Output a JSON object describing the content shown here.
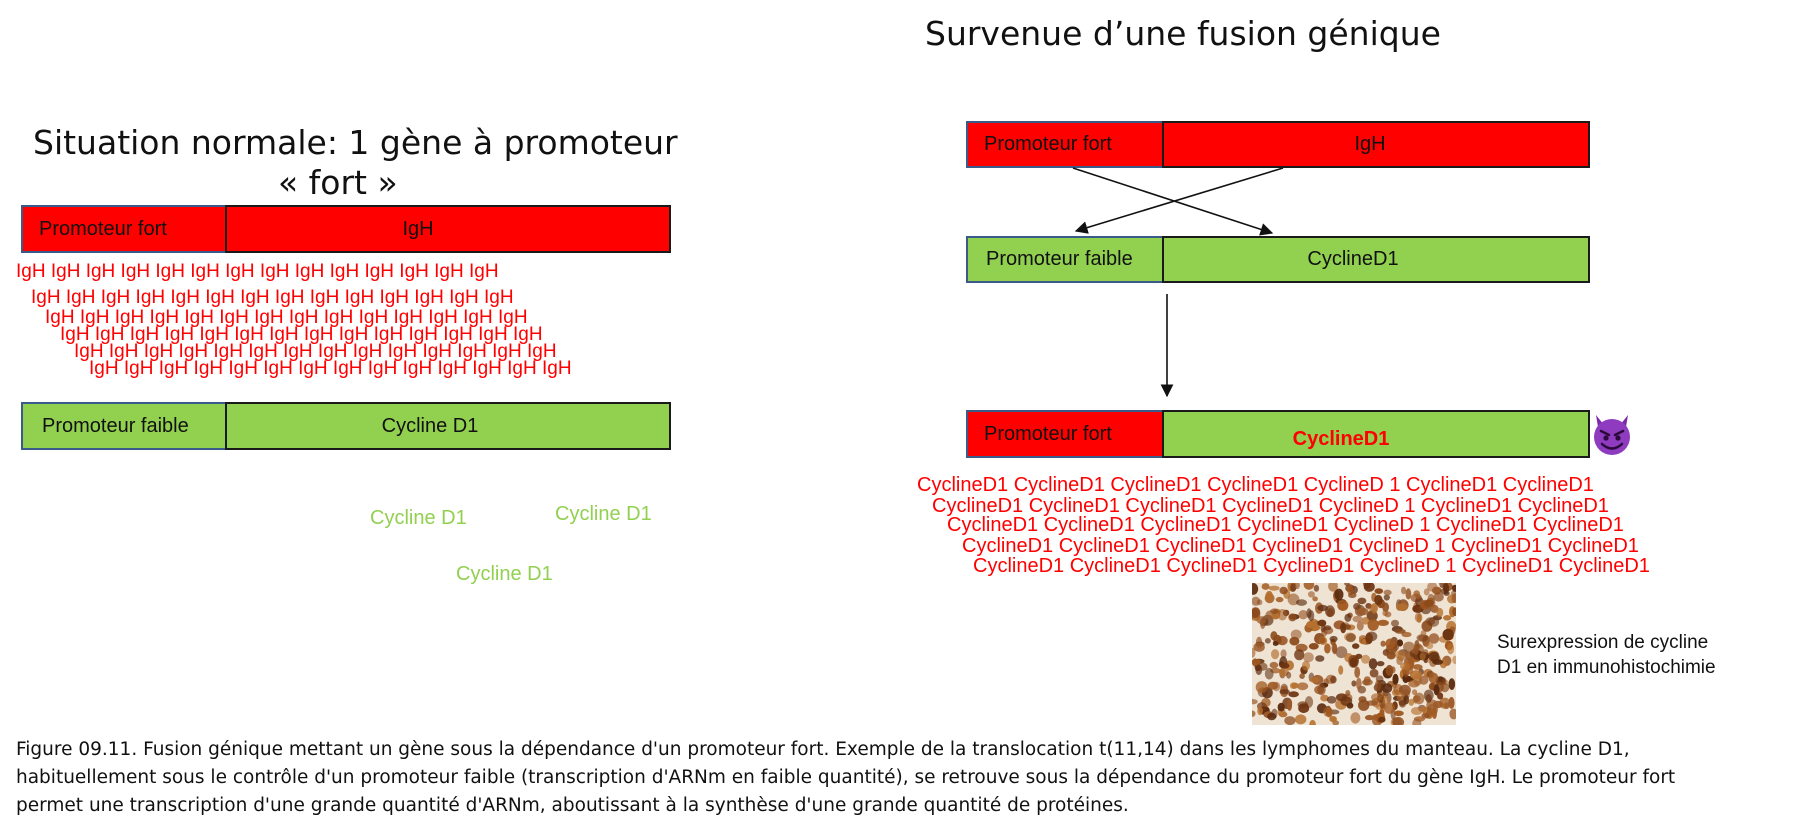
{
  "left_panel": {
    "title_line1": "Situation  normale: 1 gène à promoteur",
    "title_line2": "« fort »",
    "strong_promoter": "Promoteur fort",
    "igh_gene": "IgH",
    "igh_transcripts": [
      "IgH  IgH  IgH  IgH  IgH  IgH  IgH IgH  IgH  IgH  IgH  IgH  IgH  IgH",
      "IgH  IgH  IgH  IgH  IgH  IgH  IgH  IgH IgH  IgH  IgH  IgH  IgH  IgH",
      "IgH  IgH  IgH  IgH  IgH  IgH  IgH  IgH IgH  IgH  IgH  IgH  IgH  IgH",
      "IgH  IgH  IgH  IgH  IgH  IgH  IgH  IgH IgH  IgH  IgH  IgH  IgH  IgH",
      "IgH  IgH  IgH  IgH  IgH  IgH  IgH  IgH IgH  IgH  IgH  IgH  IgH  IgH",
      "IgH  IgH  IgH  IgH  IgH  IgH  IgH  IgH IgH  IgH  IgH  IgH  IgH  IgH"
    ],
    "weak_promoter": "Promoteur faible",
    "cycline_gene": "Cycline D1",
    "cycline_transcripts": [
      "Cycline D1",
      "Cycline D1",
      "Cycline D1"
    ]
  },
  "right_panel": {
    "title": "Survenue d’une fusion génique",
    "top_promoter": "Promoteur fort",
    "top_gene": "IgH",
    "mid_promoter": "Promoteur faible",
    "mid_gene": "CyclineD1",
    "fused_promoter": "Promoteur fort",
    "fused_gene": "CyclineD1",
    "devil_emoji": "😈",
    "cycline_transcripts": [
      "CyclineD1 CyclineD1 CyclineD1 CyclineD1 CyclineD 1 CyclineD1 CyclineD1",
      "CyclineD1 CyclineD1 CyclineD1 CyclineD1 CyclineD 1 CyclineD1 CyclineD1",
      "CyclineD1 CyclineD1 CyclineD1 CyclineD1 CyclineD 1 CyclineD1 CyclineD1",
      "CyclineD1 CyclineD1 CyclineD1 CyclineD1 CyclineD 1 CyclineD1 CyclineD1",
      "CyclineD1 CyclineD1 CyclineD1 CyclineD1 CyclineD 1 CyclineD1 CyclineD1"
    ],
    "ihc_note": "Surexpression de cycline D1 en immunohistochimie"
  },
  "caption": "Figure 09.11. Fusion génique mettant un gène sous la dépendance d'un promoteur fort. Exemple de la translocation t(11,14) dans les lymphomes du manteau. La cycline D1, habituellement sous le contrôle d'un promoteur faible (transcription d'ARNm en faible quantité), se retrouve sous la dépendance du promoteur fort du gène IgH. Le promoteur fort permet une transcription d'une grande quantité d'ARNm, aboutissant à la synthèse d'une grande quantité de protéines.",
  "colors": {
    "strong_red": "#ff0000",
    "weak_green": "#92d050",
    "transcript_red": "#ff0000",
    "transcript_green": "#92d050"
  }
}
